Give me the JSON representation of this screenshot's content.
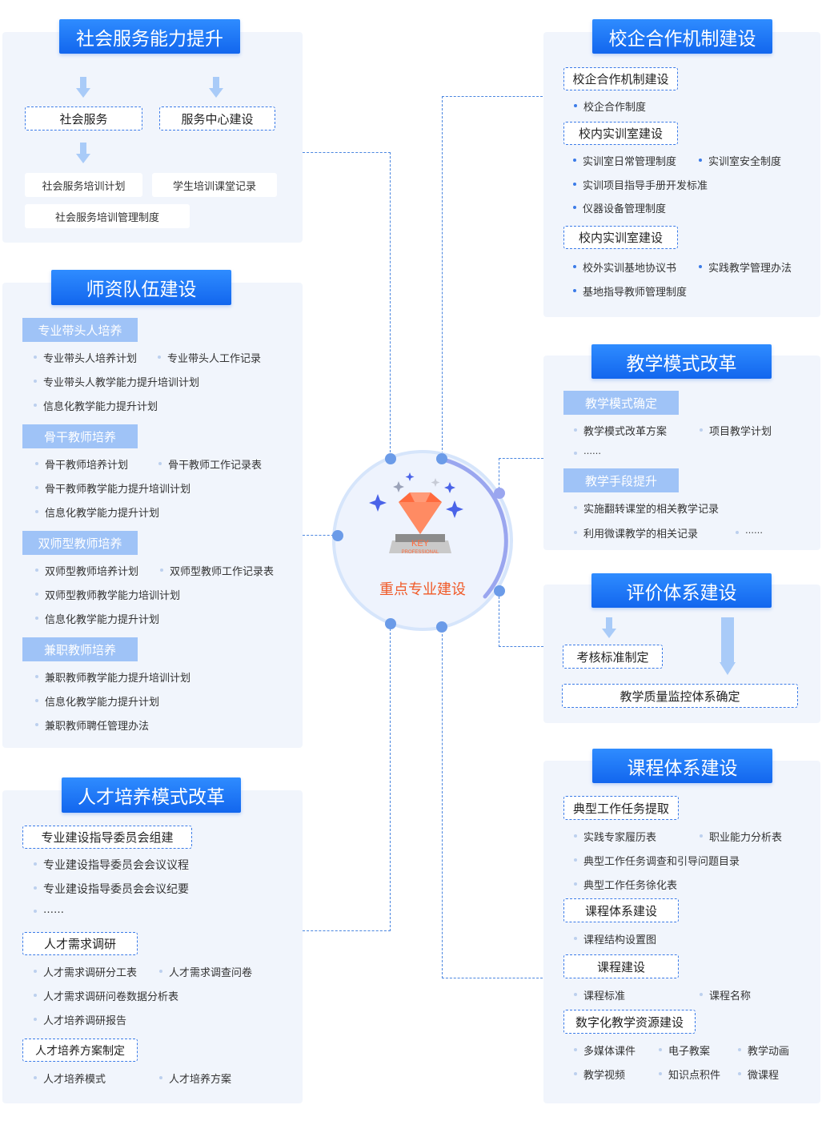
{
  "center": {
    "title": "重点专业建设",
    "gem_text_1": "KEY",
    "gem_text_2": "PROFESSIONAL"
  },
  "social": {
    "title": "社会服务能力提升",
    "box1": "社会服务",
    "box2": "服务中心建设",
    "item1": "社会服务培训计划",
    "item2": "学生培训课堂记录",
    "item3": "社会服务培训管理制度"
  },
  "teachers": {
    "title": "师资队伍建设",
    "groups": [
      {
        "label": "专业带头人培养",
        "items": [
          "专业带头人培养计划",
          "专业带头人工作记录",
          "专业带头人教学能力提升培训计划",
          "信息化教学能力提升计划"
        ]
      },
      {
        "label": "骨干教师培养",
        "items": [
          "骨干教师培养计划",
          "骨干教师工作记录表",
          "骨干教师教学能力提升培训计划",
          "信息化教学能力提升计划"
        ]
      },
      {
        "label": "双师型教师培养",
        "items": [
          "双师型教师培养计划",
          "双师型教师工作记录表",
          "双师型教师教学能力培训计划",
          "信息化教学能力提升计划"
        ]
      },
      {
        "label": "兼职教师培养",
        "items": [
          "兼职教师教学能力提升培训计划",
          "信息化教学能力提升计划",
          "兼职教师聘任管理办法"
        ]
      }
    ]
  },
  "talent": {
    "title": "人才培养模式改革",
    "g1": {
      "label": "专业建设指导委员会组建",
      "items": [
        "专业建设指导委员会会议议程",
        "专业建设指导委员会会议纪要",
        "……"
      ]
    },
    "g2": {
      "label": "人才需求调研",
      "items": [
        "人才需求调研分工表",
        "人才需求调查问卷",
        "人才需求调研问卷数据分析表",
        "人才培养调研报告"
      ]
    },
    "g3": {
      "label": "人才培养方案制定",
      "items": [
        "人才培养模式",
        "人才培养方案"
      ]
    }
  },
  "coop": {
    "title": "校企合作机制建设",
    "g1": {
      "label": "校企合作机制建设",
      "items": [
        "校企合作制度"
      ]
    },
    "g2": {
      "label": "校内实训室建设",
      "items": [
        "实训室日常管理制度",
        "实训室安全制度",
        "实训项目指导手册开发标准",
        "仪器设备管理制度"
      ]
    },
    "g3": {
      "label": "校内实训室建设",
      "items": [
        "校外实训基地协议书",
        "实践教学管理办法",
        "基地指导教师管理制度"
      ]
    }
  },
  "teaching": {
    "title": "教学模式改革",
    "g1": {
      "label": "教学模式确定",
      "items": [
        "教学模式改革方案",
        "项目教学计划",
        "……"
      ]
    },
    "g2": {
      "label": "教学手段提升",
      "items": [
        "实施翻转课堂的相关教学记录",
        "利用微课教学的相关记录",
        "……"
      ]
    }
  },
  "eval": {
    "title": "评价体系建设",
    "box1": "考核标准制定",
    "box2": "教学质量监控体系确定"
  },
  "course": {
    "title": "课程体系建设",
    "g1": {
      "label": "典型工作任务提取",
      "items": [
        "实践专家履历表",
        "职业能力分析表",
        "典型工作任务调查和引导问题目录",
        "典型工作任务徐化表"
      ]
    },
    "g2": {
      "label": "课程体系建设",
      "items": [
        "课程结构设置图"
      ]
    },
    "g3": {
      "label": "课程建设",
      "items": [
        "课程标准",
        "课程名称"
      ]
    },
    "g4": {
      "label": "数字化教学资源建设",
      "items": [
        "多媒体课件",
        "电子教案",
        "教学动画",
        "教学视频",
        "知识点积件",
        "微课程"
      ]
    }
  },
  "colors": {
    "accent": "#1a73f0",
    "panel": "#f1f5fc",
    "center_text": "#f05a28",
    "gem": "#ff6a3d"
  }
}
